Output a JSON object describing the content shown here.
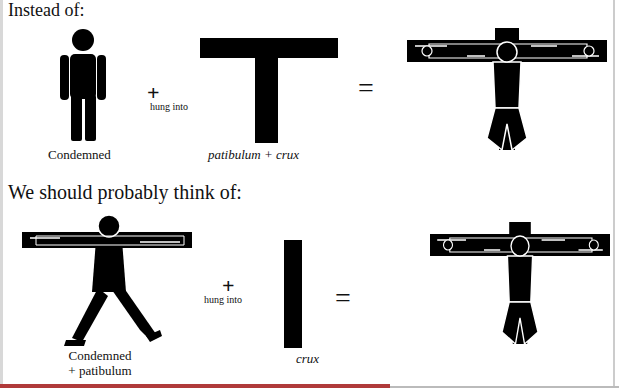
{
  "diagram": {
    "labels": [
      "Instead of:",
      "+",
      "hung into",
      "=",
      "Condemned",
      "patibulum + crux",
      "We should probably think of:",
      "+",
      "hung into",
      "=",
      "Condemned + patibulum",
      "crux"
    ]
  }
}
